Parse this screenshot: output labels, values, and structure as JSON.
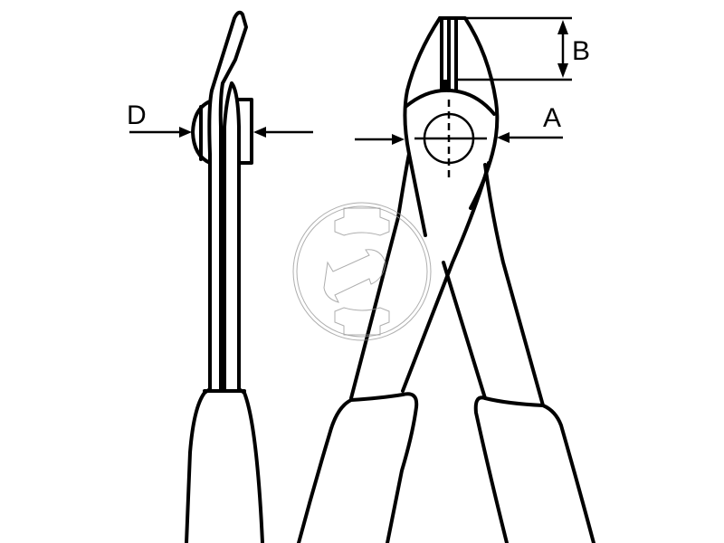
{
  "diagram": {
    "subject": "cutting pliers technical drawing",
    "views": [
      {
        "name": "side view",
        "dimension_label": "D"
      },
      {
        "name": "front view",
        "dimension_labels": [
          "A",
          "B"
        ]
      }
    ],
    "labels": {
      "D": "D",
      "A": "A",
      "B": "B"
    },
    "watermark": {
      "shape": "circular logo",
      "color": "#9a9a9a"
    },
    "colors": {
      "line": "#000000",
      "background": "#ffffff"
    }
  }
}
